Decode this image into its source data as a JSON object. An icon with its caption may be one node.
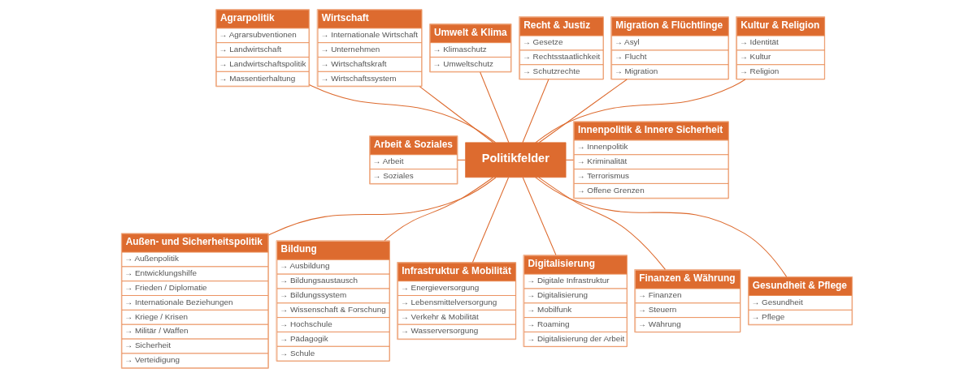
{
  "diagram": {
    "nodes": [
      {
        "text": [
          "Politikfelder"
        ]
      },
      {
        "text": [
          "Agrarpolitik",
          "→ Agrarsubventionen",
          "→ Landwirtschaft",
          "→ Landwirtschaftspolitik",
          "→ Massentierhaltung"
        ]
      },
      {
        "text": [
          "Wirtschaft",
          "→ Internationale Wirtschaft",
          "→ Unternehmen",
          "→ Wirtschaftskraft",
          "→ Wirtschaftssystem"
        ]
      },
      {
        "text": [
          "Umwelt & Klima",
          "→ Klimaschutz",
          "→ Umweltschutz"
        ]
      },
      {
        "text": [
          "Recht & Justiz",
          "→ Gesetze",
          "→ Rechtsstaatlichkeit",
          "→ Schutzrechte"
        ]
      },
      {
        "text": [
          "Migration & Flüchtlinge",
          "→ Asyl",
          "→ Flucht",
          "→ Migration"
        ]
      },
      {
        "text": [
          "Kultur & Religion",
          "→ Identität",
          "→ Kultur",
          "→ Religion"
        ]
      },
      {
        "text": [
          "Arbeit & Soziales",
          "→ Arbeit",
          "→ Soziales"
        ]
      },
      {
        "text": [
          "Innenpolitik & Innere Sicherheit",
          "→ Innenpolitik",
          "→ Kriminalität",
          "→ Terrorismus",
          "→ Offene Grenzen"
        ]
      },
      {
        "text": [
          "Außen- und Sicherheitspolitik",
          "→ Außenpolitik",
          "→ Entwicklungshilfe",
          "→ Frieden / Diplomatie",
          "→ Internationale Beziehungen",
          "→ Kriege / Krisen",
          "→ Militär / Waffen",
          "→ Sicherheit",
          "→ Verteidigung"
        ]
      },
      {
        "text": [
          "Bildung",
          "→ Ausbildung",
          "→ Bildungsaustausch",
          "→ Bildungssystem",
          "→ Wissenschaft & Forschung",
          "→ Hochschule",
          "→ Pädagogik",
          "→ Schule"
        ]
      },
      {
        "text": [
          "Infrastruktur & Mobilität",
          "→ Energieversorgung",
          "→ Lebensmittelversorgung",
          "→ Verkehr & Mobilität",
          "→ Wasserversorgung"
        ]
      },
      {
        "text": [
          "Digitalisierung",
          "→ Digitale Infrastruktur",
          "→ Digitalisierung",
          "→ Mobilfunk",
          "→ Roaming",
          "→ Digitalisierung der Arbeit"
        ]
      },
      {
        "text": [
          "Finanzen & Währung",
          "→ Finanzen",
          "→ Steuern",
          "→ Währung"
        ]
      },
      {
        "text": [
          "Gesundheit & Pflege",
          "→ Gesundheit",
          "→ Pflege"
        ]
      }
    ],
    "edges": [
      {
        "from": 0,
        "to": 1,
        "arrow": "none"
      },
      {
        "from": 0,
        "to": 2,
        "arrow": "none"
      },
      {
        "from": 0,
        "to": 3,
        "arrow": "none"
      },
      {
        "from": 0,
        "to": 4,
        "arrow": "none"
      },
      {
        "from": 0,
        "to": 5,
        "arrow": "none"
      },
      {
        "from": 0,
        "to": 6,
        "arrow": "none"
      },
      {
        "from": 0,
        "to": 8,
        "arrow": "none"
      },
      {
        "from": 0,
        "to": 11,
        "arrow": "none"
      },
      {
        "from": 0,
        "to": 14,
        "arrow": "none"
      },
      {
        "from": 0,
        "to": 13,
        "arrow": "none"
      },
      {
        "from": 0,
        "to": 12,
        "arrow": "none"
      },
      {
        "from": 0,
        "to": 10,
        "arrow": "none"
      },
      {
        "from": 0,
        "to": 9,
        "arrow": "none"
      },
      {
        "from": 0,
        "to": 7,
        "arrow": "none"
      }
    ]
  }
}
